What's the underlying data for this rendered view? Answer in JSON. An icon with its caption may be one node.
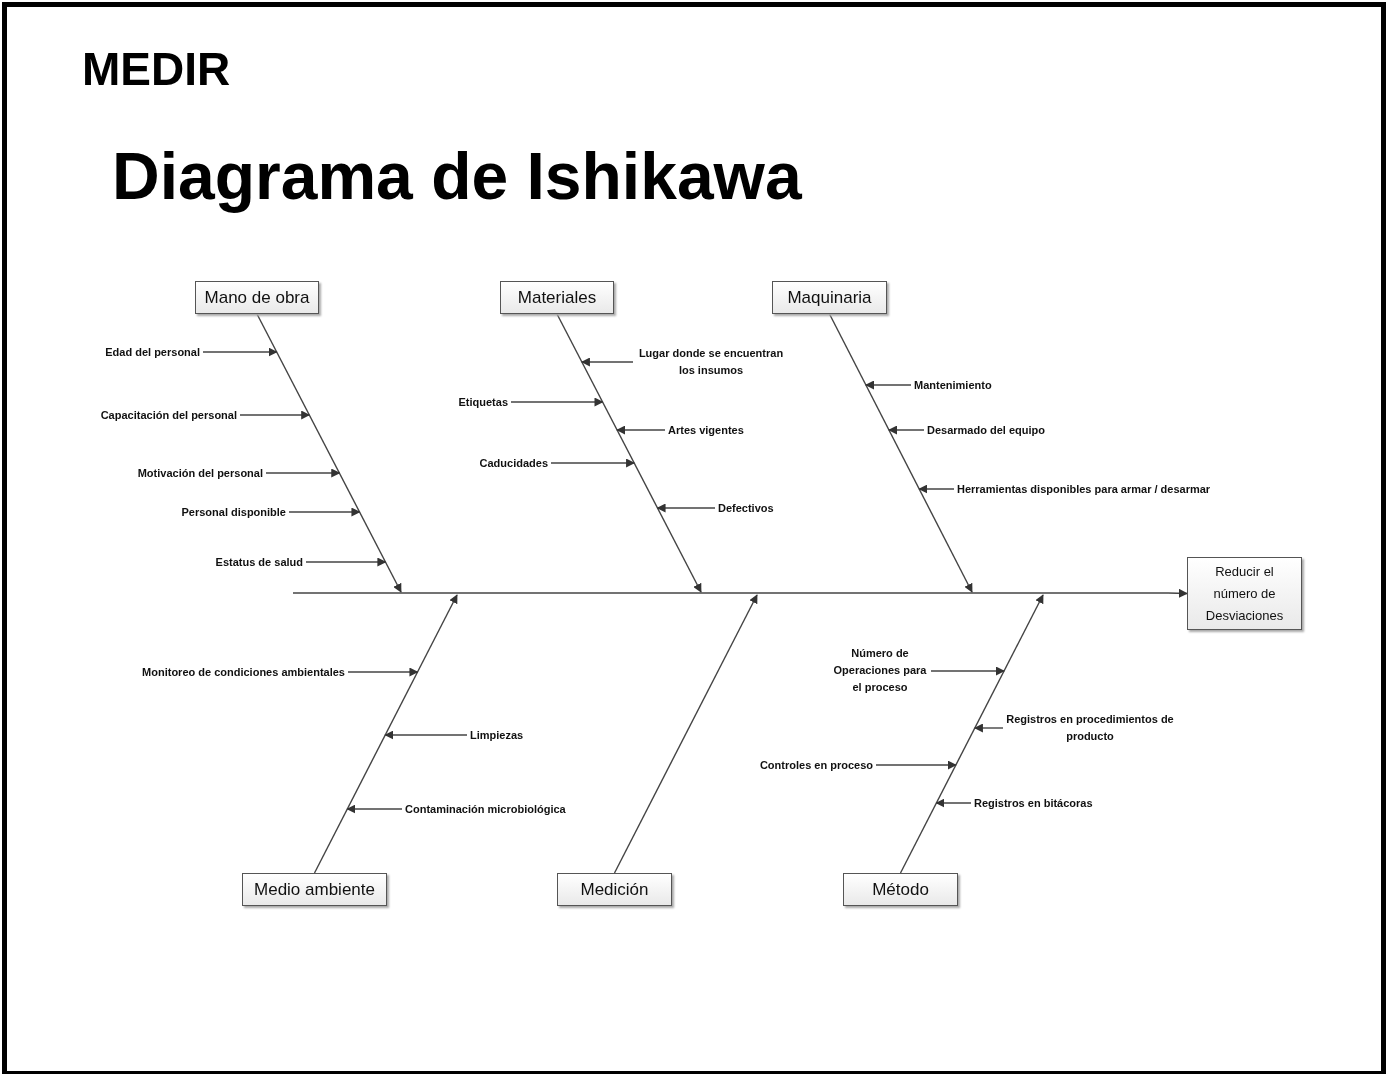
{
  "diagram": {
    "title": "Diagrama de Ishikawa",
    "nodes": [
      {
        "text": [
          "Mano de obra"
        ]
      },
      {
        "text": [
          "Materiales"
        ]
      },
      {
        "text": [
          "Maquinaria"
        ]
      },
      {
        "text": [
          "Reducir el número de Desviaciones"
        ]
      },
      {
        "text": [
          "Medio ambiente"
        ]
      },
      {
        "text": [
          "Medición"
        ]
      },
      {
        "text": [
          "Método"
        ]
      },
      {
        "text": [
          "Edad del personal"
        ]
      },
      {
        "text": [
          "Capacitación del personal"
        ]
      },
      {
        "text": [
          "Motivación del personal"
        ]
      },
      {
        "text": [
          "Personal disponible"
        ]
      },
      {
        "text": [
          "Estatus de salud"
        ]
      },
      {
        "text": [
          "Lugar donde se encuentran los insumos"
        ]
      },
      {
        "text": [
          "Etiquetas"
        ]
      },
      {
        "text": [
          "Artes vigentes"
        ]
      },
      {
        "text": [
          "Caducidades"
        ]
      },
      {
        "text": [
          "Defectivos"
        ]
      },
      {
        "text": [
          "Mantenimiento"
        ]
      },
      {
        "text": [
          "Desarmado del equipo"
        ]
      },
      {
        "text": [
          "Herramientas disponibles para armar / desarmar"
        ]
      },
      {
        "text": [
          "Monitoreo de condiciones ambientales"
        ]
      },
      {
        "text": [
          "Limpiezas"
        ]
      },
      {
        "text": [
          "Contaminación microbiológica"
        ]
      },
      {
        "text": [
          "Número de Operaciones para el proceso"
        ]
      },
      {
        "text": [
          "Registros en procedimientos de producto"
        ]
      },
      {
        "text": [
          "Controles en proceso"
        ]
      },
      {
        "text": [
          "Registros en bitácoras"
        ]
      },
      {
        "text": [],
        "shape": "line"
      },
      {
        "text": [],
        "shape": "line"
      },
      {
        "text": [],
        "shape": "line"
      },
      {
        "text": [],
        "shape": "line"
      },
      {
        "text": [],
        "shape": "line"
      },
      {
        "text": [],
        "shape": "line"
      },
      {
        "text": [],
        "shape": "line"
      }
    ],
    "edges": [
      {
        "from": 33,
        "to": 3,
        "arrow": "to"
      },
      {
        "from": 7,
        "to": 27,
        "arrow": "to"
      },
      {
        "from": 8,
        "to": 27,
        "arrow": "to"
      },
      {
        "from": 9,
        "to": 27,
        "arrow": "to"
      },
      {
        "from": 10,
        "to": 27,
        "arrow": "to"
      },
      {
        "from": 11,
        "to": 27,
        "arrow": "to"
      },
      {
        "from": 12,
        "to": 28,
        "arrow": "to"
      },
      {
        "from": 13,
        "to": 28,
        "arrow": "to"
      },
      {
        "from": 14,
        "to": 28,
        "arrow": "to"
      },
      {
        "from": 15,
        "to": 28,
        "arrow": "to"
      },
      {
        "from": 16,
        "to": 28,
        "arrow": "to"
      },
      {
        "from": 17,
        "to": 29,
        "arrow": "to"
      },
      {
        "from": 18,
        "to": 29,
        "arrow": "to"
      },
      {
        "from": 19,
        "to": 29,
        "arrow": "to"
      },
      {
        "from": 20,
        "to": 30,
        "arrow": "to"
      },
      {
        "from": 21,
        "to": 30,
        "arrow": "to"
      },
      {
        "from": 22,
        "to": 30,
        "arrow": "to"
      },
      {
        "from": 23,
        "to": 32,
        "arrow": "to"
      },
      {
        "from": 24,
        "to": 32,
        "arrow": "to"
      },
      {
        "from": 25,
        "to": 32,
        "arrow": "to"
      },
      {
        "from": 26,
        "to": 32,
        "arrow": "to"
      },
      {
        "from": 0,
        "to": 33,
        "arrow": "to"
      },
      {
        "from": 1,
        "to": 33,
        "arrow": "to"
      },
      {
        "from": 2,
        "to": 33,
        "arrow": "to"
      },
      {
        "from": 4,
        "to": 33,
        "arrow": "to"
      },
      {
        "from": 5,
        "to": 33,
        "arrow": "to"
      },
      {
        "from": 6,
        "to": 33,
        "arrow": "to"
      }
    ],
    "labels": [
      "MEDIR"
    ]
  }
}
